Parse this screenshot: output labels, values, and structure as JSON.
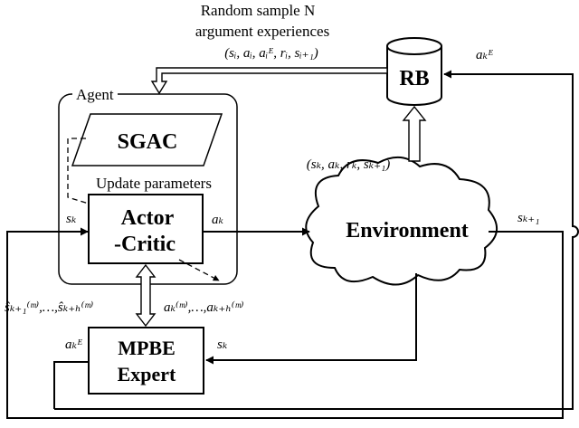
{
  "annotations": {
    "sample_line1": "Random sample N",
    "sample_line2": "argument experiences",
    "sample_tuple": "(sᵢ, aᵢ, aᵢᴱ, rᵢ, sᵢ₊₁)",
    "transition_tuple": "(sₖ, aₖ, rₖ, sₖ₊₁)",
    "update_params": "Update parameters",
    "predicted_states": "ŝₖ₊₁⁽ᵐ⁾,…,ŝₖ₊ₕ⁽ᵐ⁾",
    "predicted_actions": "aₖ⁽ᵐ⁾,…,aₖ₊ₕ⁽ᵐ⁾"
  },
  "blocks": {
    "agent": "Agent",
    "sgac": "SGAC",
    "actor_line1": "Actor",
    "actor_line2": "-Critic",
    "environment": "Environment",
    "rb": "RB",
    "mpbe_line1": "MPBE",
    "mpbe_line2": "Expert"
  },
  "signals": {
    "s_k_left": "sₖ",
    "a_k": "aₖ",
    "s_k1": "sₖ₊₁",
    "a_k_E_right": "aₖᴱ",
    "a_k_E_left": "aₖᴱ",
    "s_k_mpbe": "sₖ"
  }
}
